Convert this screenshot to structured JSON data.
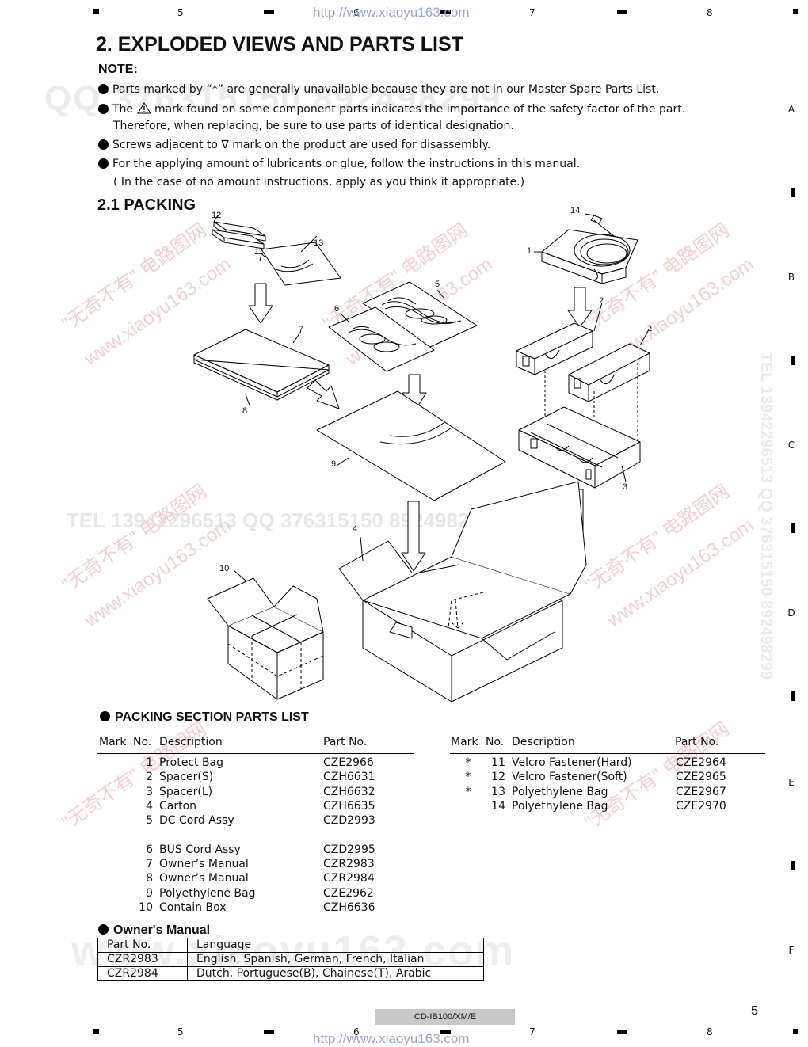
{
  "header": {
    "col_numbers": [
      "5",
      "6",
      "7",
      "8"
    ],
    "url_watermark": "http://www.xiaoyu163.com"
  },
  "row_letters": [
    "A",
    "B",
    "C",
    "D",
    "E",
    "F"
  ],
  "watermarks": {
    "qq_line": "QQ 376315150 892498299",
    "tel_line": "TEL 13942296513 QQ 376315150 892498299",
    "cn_site": "\"无奇不有\" 电路图网",
    "site": "www.xiaoyu163.com",
    "bottom_big": "www.xiaoyu163.com"
  },
  "title": "2. EXPLODED VIEWS AND PARTS LIST",
  "note": {
    "label": "NOTE:",
    "line1": "Parts marked by “*” are generally unavailable because they are not in our Master Spare Parts List.",
    "line2a": "The",
    "line2b": "mark found on some component parts indicates the importance of the safety factor of the part.",
    "line2c": "Therefore, when replacing, be sure to use parts of identical designation.",
    "line3": "Screws adjacent to ∇ mark on the product are used for disassembly.",
    "line4": "For the applying amount of lubricants or glue, follow the instructions in this manual.",
    "line4b": "( In the case of no amount instructions, apply as you think it appropriate.)"
  },
  "section": "2.1 PACKING",
  "callouts": [
    "12",
    "11",
    "13",
    "14",
    "1",
    "5",
    "6",
    "7",
    "2",
    "2",
    "8",
    "9",
    "3",
    "4",
    "10"
  ],
  "parts_list": {
    "title": "PACKING SECTION PARTS LIST",
    "headers": {
      "mark": "Mark",
      "no": "No.",
      "desc": "Description",
      "part": "Part No."
    },
    "left": [
      {
        "mark": "",
        "no": "1",
        "desc": "Protect Bag",
        "part": "CZE2966"
      },
      {
        "mark": "",
        "no": "2",
        "desc": "Spacer(S)",
        "part": "CZH6631"
      },
      {
        "mark": "",
        "no": "3",
        "desc": "Spacer(L)",
        "part": "CZH6632"
      },
      {
        "mark": "",
        "no": "4",
        "desc": "Carton",
        "part": "CZH6635"
      },
      {
        "mark": "",
        "no": "5",
        "desc": "DC Cord Assy",
        "part": "CZD2993"
      },
      {
        "mark": "",
        "no": "6",
        "desc": "BUS Cord Assy",
        "part": "CZD2995"
      },
      {
        "mark": "",
        "no": "7",
        "desc": "Owner’s Manual",
        "part": "CZR2983"
      },
      {
        "mark": "",
        "no": "8",
        "desc": "Owner’s Manual",
        "part": "CZR2984"
      },
      {
        "mark": "",
        "no": "9",
        "desc": "Polyethylene Bag",
        "part": "CZE2962"
      },
      {
        "mark": "",
        "no": "10",
        "desc": "Contain Box",
        "part": "CZH6636"
      }
    ],
    "right": [
      {
        "mark": "*",
        "no": "11",
        "desc": "Velcro Fastener(Hard)",
        "part": "CZE2964"
      },
      {
        "mark": "*",
        "no": "12",
        "desc": "Velcro Fastener(Soft)",
        "part": "CZE2965"
      },
      {
        "mark": "*",
        "no": "13",
        "desc": "Polyethylene Bag",
        "part": "CZE2967"
      },
      {
        "mark": "",
        "no": "14",
        "desc": "Polyethylene Bag",
        "part": "CZE2970"
      }
    ]
  },
  "owners_manual": {
    "title": "Owner's Manual",
    "headers": [
      "Part No.",
      "Language"
    ],
    "rows": [
      [
        "CZR2983",
        "English, Spanish, German, French, Italian"
      ],
      [
        "CZR2984",
        "Dutch, Portuguese(B), Chainese(T), Arabic"
      ]
    ]
  },
  "footer": {
    "model": "CD-IB100/XM/E",
    "page": "5"
  }
}
